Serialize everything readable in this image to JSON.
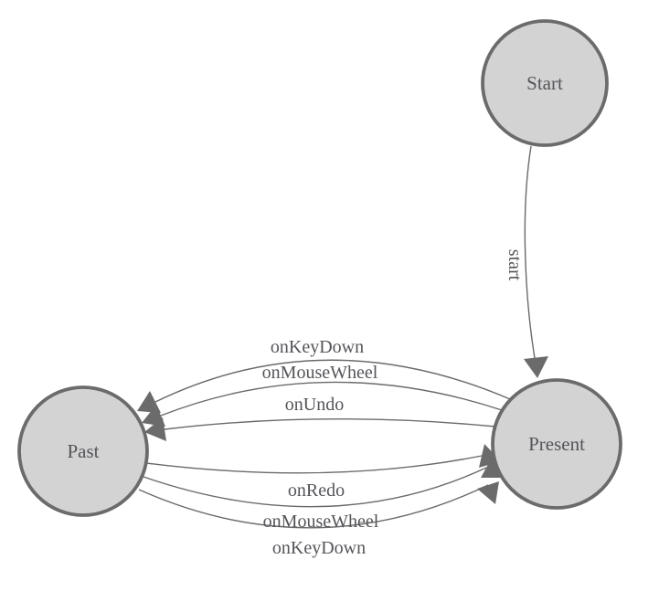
{
  "diagram": {
    "type": "state-machine",
    "background_color": "#ffffff",
    "colors": {
      "node_fill": "#d3d3d3",
      "node_border": "#6b6b6b",
      "edge_stroke": "#6a6a6a",
      "arrowhead_fill": "#6b6b6b",
      "label_text": "#55555a"
    },
    "nodes": [
      {
        "id": "start",
        "label": "Start"
      },
      {
        "id": "past",
        "label": "Past"
      },
      {
        "id": "present",
        "label": "Present"
      }
    ],
    "edges": [
      {
        "from": "Start",
        "to": "Present",
        "label": "start"
      },
      {
        "from": "Present",
        "to": "Past",
        "label": "onKeyDown"
      },
      {
        "from": "Present",
        "to": "Past",
        "label": "onMouseWheel"
      },
      {
        "from": "Present",
        "to": "Past",
        "label": "onUndo"
      },
      {
        "from": "Past",
        "to": "Present",
        "label": "onRedo"
      },
      {
        "from": "Past",
        "to": "Present",
        "label": "onMouseWheel"
      },
      {
        "from": "Past",
        "to": "Present",
        "label": "onKeyDown"
      }
    ]
  }
}
